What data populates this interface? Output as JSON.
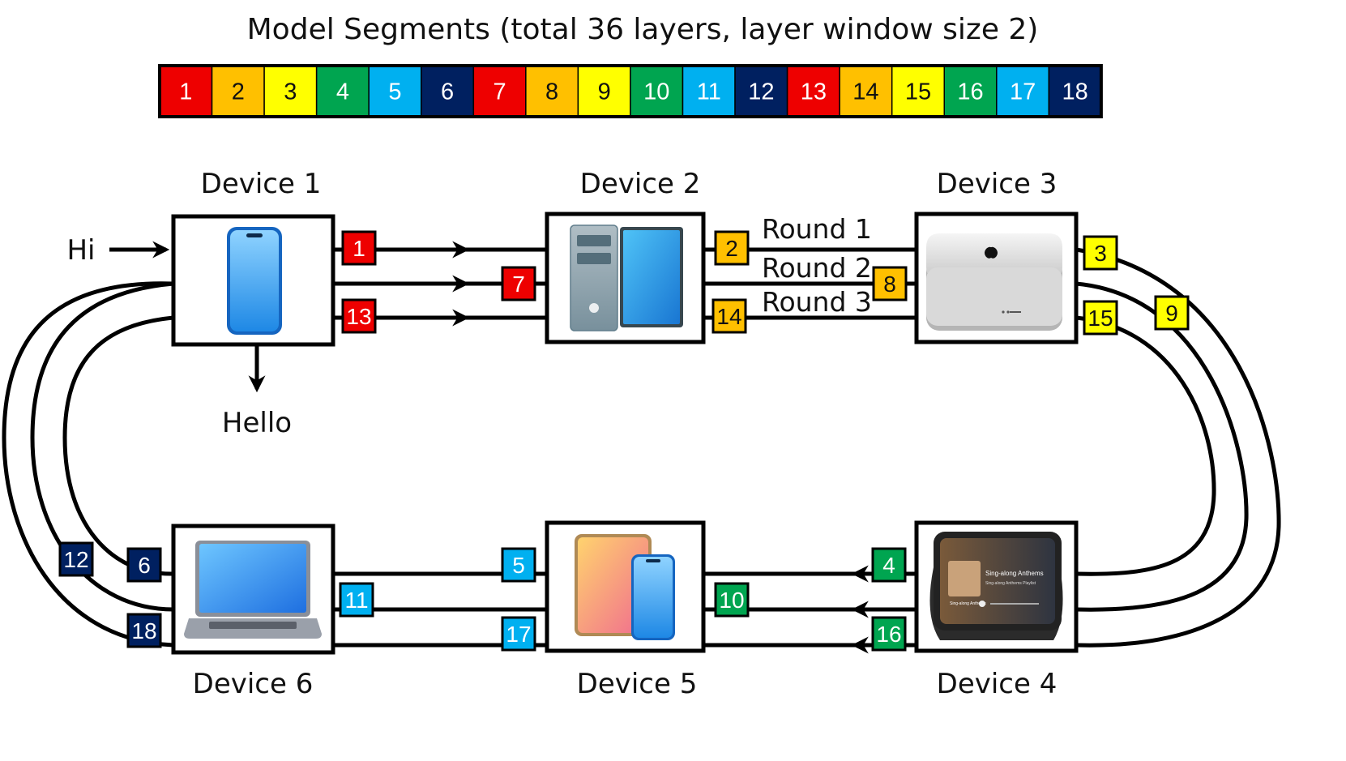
{
  "title": "Model Segments (total 36 layers, layer window size 2)",
  "colors": {
    "red": "#ee0000",
    "orange": "#ffc000",
    "yellow": "#ffff00",
    "green": "#00a550",
    "light_blue": "#00b0f0",
    "navy": "#002060"
  },
  "segments": [
    {
      "label": "1",
      "color": "red"
    },
    {
      "label": "2",
      "color": "orange"
    },
    {
      "label": "3",
      "color": "yellow"
    },
    {
      "label": "4",
      "color": "green"
    },
    {
      "label": "5",
      "color": "light_blue"
    },
    {
      "label": "6",
      "color": "navy"
    },
    {
      "label": "7",
      "color": "red"
    },
    {
      "label": "8",
      "color": "orange"
    },
    {
      "label": "9",
      "color": "yellow"
    },
    {
      "label": "10",
      "color": "green"
    },
    {
      "label": "11",
      "color": "light_blue"
    },
    {
      "label": "12",
      "color": "navy"
    },
    {
      "label": "13",
      "color": "red"
    },
    {
      "label": "14",
      "color": "orange"
    },
    {
      "label": "15",
      "color": "yellow"
    },
    {
      "label": "16",
      "color": "green"
    },
    {
      "label": "17",
      "color": "light_blue"
    },
    {
      "label": "18",
      "color": "navy"
    }
  ],
  "devices": [
    {
      "id": "d1",
      "label": "Device 1",
      "icon": "smartphone-icon"
    },
    {
      "id": "d2",
      "label": "Device 2",
      "icon": "desktop-pc-icon"
    },
    {
      "id": "d3",
      "label": "Device 3",
      "icon": "mac-studio-icon"
    },
    {
      "id": "d4",
      "label": "Device 4",
      "icon": "smart-display-icon"
    },
    {
      "id": "d5",
      "label": "Device 5",
      "icon": "tablet-and-phone-icon"
    },
    {
      "id": "d6",
      "label": "Device 6",
      "icon": "laptop-icon"
    }
  ],
  "input_label": "Hi",
  "output_label": "Hello",
  "rounds": [
    "Round 1",
    "Round 2",
    "Round 3"
  ],
  "smart_display": {
    "title": "Sing-along Anthems",
    "subtitle": "Sing-along Anthems Playlist",
    "album": "Sing-along Anthems"
  }
}
